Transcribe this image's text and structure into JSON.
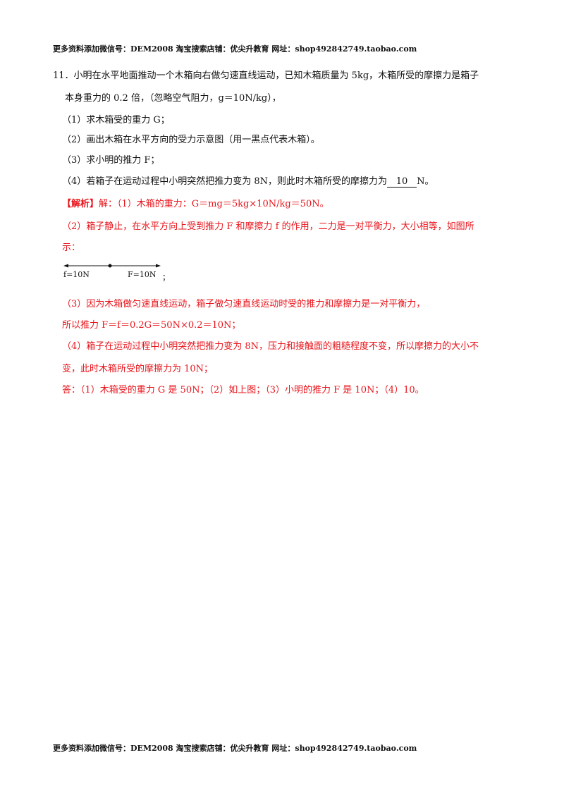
{
  "header": {
    "text": "更多资料添加微信号：DEM2008 淘宝搜索店铺：优尖升教育 网址：shop492842749.taobao.com"
  },
  "footer": {
    "text": "更多资料添加微信号：DEM2008 淘宝搜索店铺：优尖升教育 网址：shop492842749.taobao.com"
  },
  "question": {
    "line1": "11．小明在水平地面推动一个木箱向右做匀速直线运动，已知木箱质量为 5kg，木箱所受的摩擦力是箱子",
    "line2": "本身重力的 0.2 倍，（忽略空气阻力，g＝10N/kg），",
    "part1": "（1）求木箱受的重力 G；",
    "part2": "（2）画出木箱在水平方向的受力示意图（用一黑点代表木箱）。",
    "part3": "（3）求小明的推力 F；",
    "part4_before": "（4）若箱子在运动过程中小明突然把推力变为 8N，则此时木箱所受的摩擦力为",
    "part4_answer": "10",
    "part4_after": "N。"
  },
  "solution": {
    "tag": "【解析】",
    "s1": "解：（1）木箱的重力：G＝mg＝5kg×10N/kg＝50N。",
    "s2a": "（2）箱子静止，在水平方向上受到推力 F 和摩擦力 f 的作用，二力是一对平衡力，大小相等，如图所",
    "s2b": "示：",
    "diagram_left": "f=10N",
    "diagram_right": "F=10N",
    "diagram_punct": "；",
    "s3a": "（3）因为木箱做匀速直线运动，箱子做匀速直线运动时受的推力和摩擦力是一对平衡力，",
    "s3b": "所以推力 F＝f＝0.2G＝50N×0.2＝10N；",
    "s4a": "（4）箱子在运动过程中小明突然把推力变为 8N，压力和接触面的粗糙程度不变，所以摩擦力的大小不",
    "s4b": "变，此时木箱所受的摩擦力为 10N；",
    "answer": "答：（1）木箱受的重力 G 是 50N；（2）如上图；（3）小明的推力 F 是 10N；（4）10。"
  }
}
